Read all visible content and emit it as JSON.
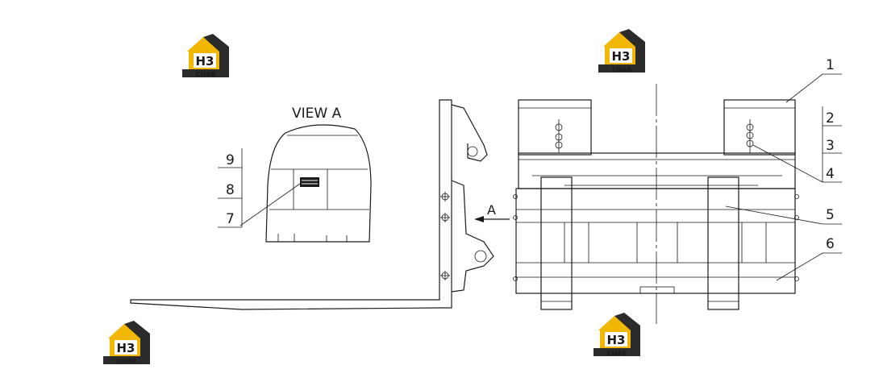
{
  "view_label": "VIEW A",
  "arrow_label": "A",
  "logo_text": "H3 CHAB",
  "logo_colors": {
    "gold": "#f2b705",
    "dark": "#2b2b2b",
    "white": "#ffffff"
  },
  "callouts_left": [
    "9",
    "8",
    "7"
  ],
  "callouts_right": [
    "1",
    "2",
    "3",
    "4",
    "5",
    "6"
  ]
}
